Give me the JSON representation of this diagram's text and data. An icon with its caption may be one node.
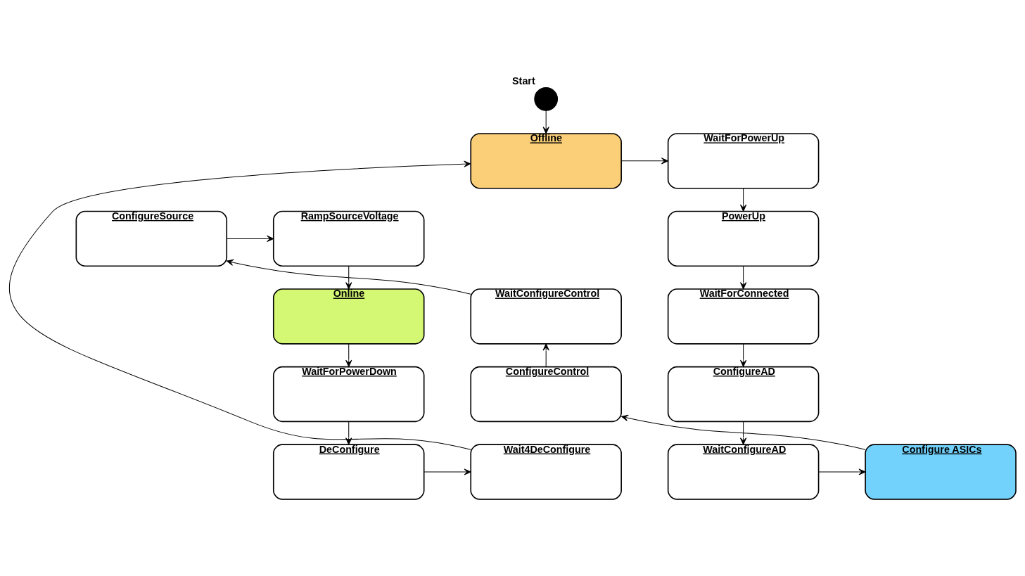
{
  "diagram": {
    "nodes": [
      {
        "text": [],
        "shape": "circle",
        "beside": [
          "Start"
        ]
      },
      {
        "text": [
          "Offline"
        ]
      },
      {
        "text": [
          "WaitForPowerUp"
        ]
      },
      {
        "text": [
          "PowerUp"
        ]
      },
      {
        "text": [
          "WaitForConnected"
        ]
      },
      {
        "text": [
          "ConfigureAD"
        ]
      },
      {
        "text": [
          "WaitConfigureAD"
        ]
      },
      {
        "text": [
          "Configure ASICs"
        ]
      },
      {
        "text": [
          "ConfigureControl"
        ]
      },
      {
        "text": [
          "WaitConfigureControl"
        ]
      },
      {
        "text": [
          "ConfigureSource"
        ]
      },
      {
        "text": [
          "RampSourceVoltage"
        ]
      },
      {
        "text": [
          "Online"
        ]
      },
      {
        "text": [
          "WaitForPowerDown"
        ]
      },
      {
        "text": [
          "DeConfigure"
        ]
      },
      {
        "text": [
          "Wait4DeConfigure"
        ]
      }
    ],
    "edges": [
      {
        "from": 0,
        "to": 1,
        "arrow": "to"
      },
      {
        "from": 1,
        "to": 2,
        "arrow": "to"
      },
      {
        "from": 2,
        "to": 3,
        "arrow": "to"
      },
      {
        "from": 3,
        "to": 4,
        "arrow": "to"
      },
      {
        "from": 4,
        "to": 5,
        "arrow": "to"
      },
      {
        "from": 5,
        "to": 6,
        "arrow": "to"
      },
      {
        "from": 6,
        "to": 7,
        "arrow": "to"
      },
      {
        "from": 7,
        "to": 8,
        "arrow": "to"
      },
      {
        "from": 8,
        "to": 9,
        "arrow": "to"
      },
      {
        "from": 9,
        "to": 10,
        "arrow": "to"
      },
      {
        "from": 10,
        "to": 11,
        "arrow": "to"
      },
      {
        "from": 11,
        "to": 12,
        "arrow": "to"
      },
      {
        "from": 12,
        "to": 13,
        "arrow": "to"
      },
      {
        "from": 13,
        "to": 14,
        "arrow": "to"
      },
      {
        "from": 14,
        "to": 15,
        "arrow": "to"
      },
      {
        "from": 15,
        "to": 1,
        "arrow": "to"
      }
    ]
  }
}
